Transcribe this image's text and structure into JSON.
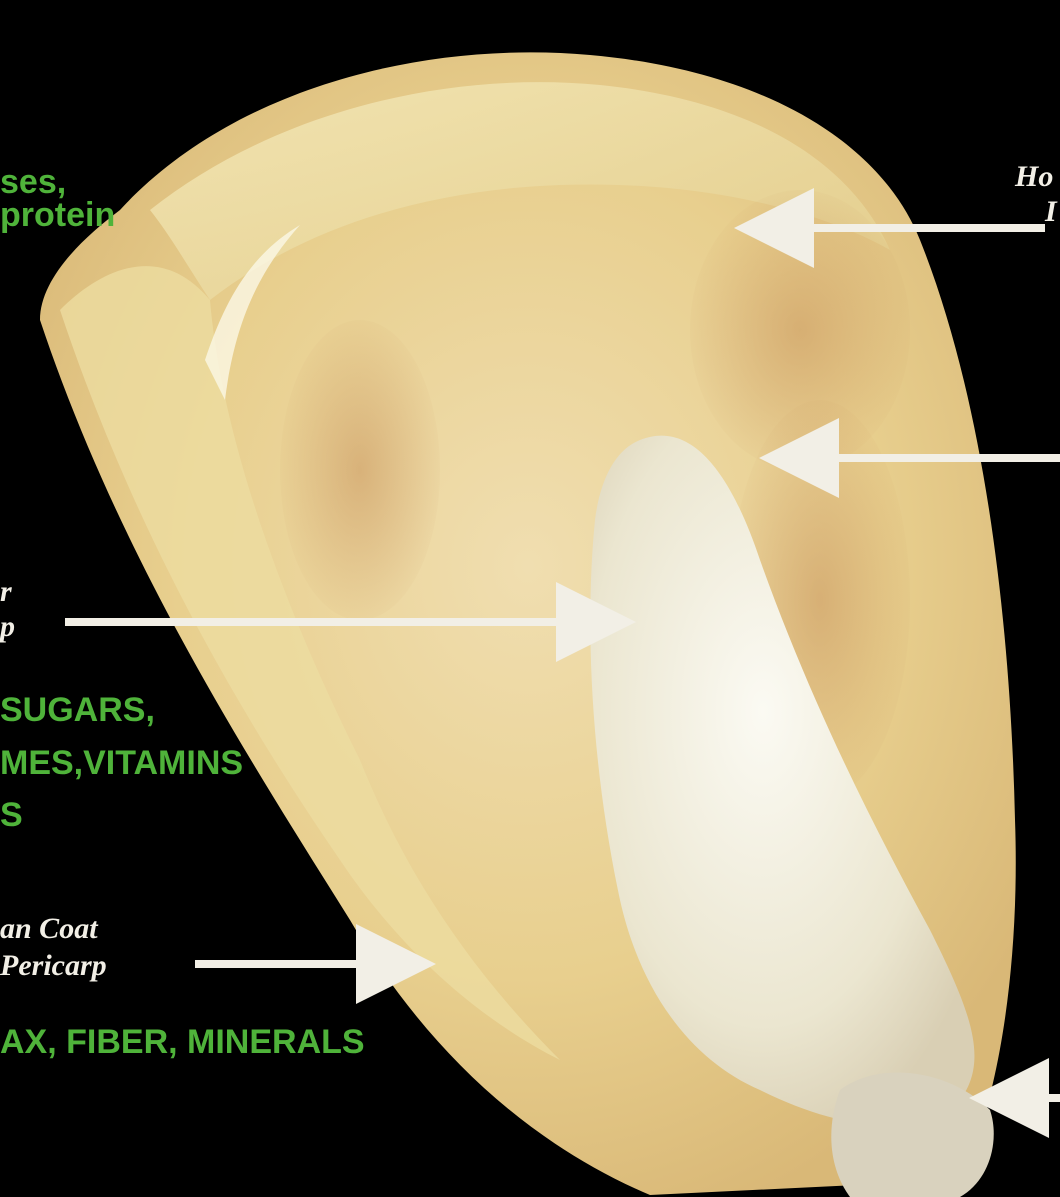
{
  "image": {
    "subject": "Corn kernel cross-section",
    "colors": {
      "background": "#000000",
      "annotation_green": "#4fb33a",
      "label_white": "#f2efe6",
      "kernel_yellow": "#e6d28f",
      "germ_white": "#f3f0e4"
    }
  },
  "green_notes": {
    "endosperm_line1": "ses,",
    "endosperm_line2": "protein",
    "germ_line1": "SUGARS,",
    "germ_line2": "MES,VITAMINS",
    "germ_line3": "S",
    "pericarp": "AX, FIBER, MINERALS"
  },
  "labels": {
    "top_right_1": "Ho",
    "top_right_2": "I",
    "left_mid_1": "r",
    "left_mid_2": "p",
    "bran_coat": "an Coat",
    "pericarp": "Pericarp"
  }
}
